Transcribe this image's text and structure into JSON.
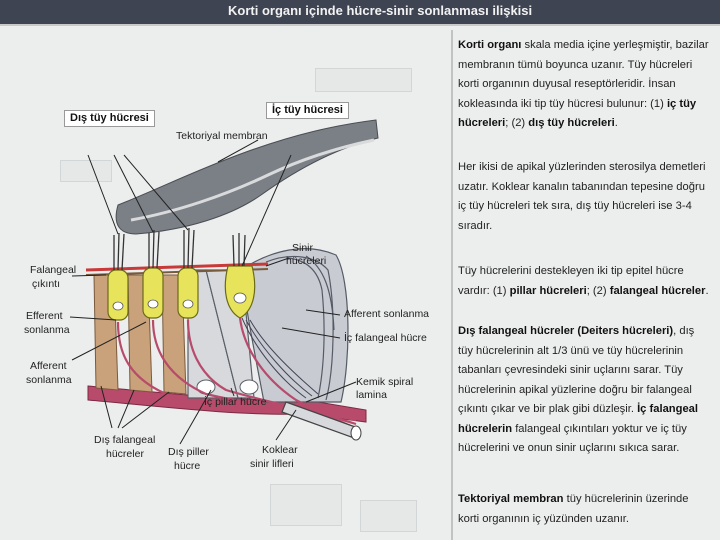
{
  "title": "Korti organı içinde hücre-sinir sonlanması ilişkisi",
  "figure_labels": {
    "dis_tuy": "Dış tüy hücresi",
    "ic_tuy": "İç tüy hücresi",
    "tektoriyal": "Tektoriyal membran",
    "sinir_hucreleri_1": "Sinir",
    "sinir_hucreleri_2": "hücreleri",
    "falangeal_1": "Falangeal",
    "falangeal_2": "çıkıntı",
    "afferent1_1": "Efferent",
    "afferent1_2": "sonlanma",
    "afferent2_1": "Afferent",
    "afferent2_2": "sonlanma",
    "afferent_right": "Afferent sonlanma",
    "ic_falangeal": "İç falangeal hücre",
    "kemik_spiral": "Kemik spiral lamina",
    "dis_falangeal_1": "Dış falangeal",
    "dis_falangeal_2": "hücreler",
    "ic_pillar": "İç pillar hücre",
    "dis_pillar_1": "Dış piller",
    "dis_pillar_2": "hücre",
    "koklear_1": "Koklear",
    "koklear_2": "sinir lifleri"
  },
  "paragraphs": {
    "p1": {
      "a_bold": "Korti organı",
      "b": " skala media içine yerleşmiştir, bazilar membranın tümü boyunca uzanır. Tüy hücreleri korti organının duyusal reseptörleridir. İnsan koklеasında iki tip tüy hücresi bulunur: (1) ",
      "c_bold": "iç tüy hücreleri",
      "d": "; (2) ",
      "e_bold": "dış tüy hücreleri",
      "f": "."
    },
    "p2": "Her ikisi de apikal yüzlerinden sterosilya demetleri uzatır. Koklear kanalın tabanından tepesine doğru iç tüy hücreleri tek sıra, dış tüy hücreleri ise 3-4 sıradır.",
    "p3": {
      "a": "Tüy hücrelerini destekleyen iki tip epitel hücre vardır: (1) ",
      "b_bold": "pillar hücreleri",
      "c": "; (2) ",
      "d_bold": "falangeal hücreler",
      "e": "."
    },
    "p4": {
      "a_bold": "Dış falangeal hücreler (Deiters hücreleri)",
      "b": ", dış tüy hücrelerinin alt 1/3 ünü ve tüy hücrelerinin tabanları çevresindeki sinir uçlarını sarar. Tüy hücrelerinin apikal yüzlerine doğru bir falangeal çıkıntı çıkar ve bir plak gibi düzleşir. ",
      "c_bold": "İç falangeal hücrelerin",
      "d": " falangeal çıkıntıları yoktur ve iç tüy hücrelerini ve onun sinir uçlarını sıkıca sarar."
    },
    "p5": {
      "a_bold": "Tektoriyal membran",
      "b": " tüy hücrelerinin üzerinde korti organının iç yüzünden uzanır."
    }
  },
  "colors": {
    "title_bg": "#3f4452",
    "page_bg": "#eceeed",
    "hair_cell": "#e7e35a",
    "nerve": "#b84b6b",
    "support": "#c9a27b",
    "pillar": "#7d8790",
    "membrane": "#7b7f86"
  }
}
